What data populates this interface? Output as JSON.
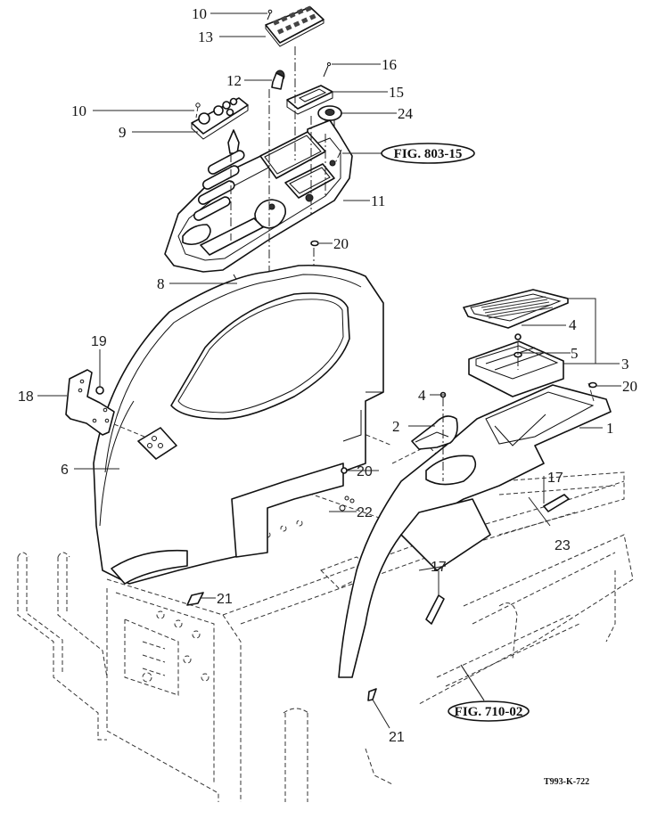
{
  "diagram": {
    "title": "Fender / Cabin Panel Exploded Parts View",
    "drawing_number": "T993-K-722",
    "figure_references": [
      {
        "id": "fig-803-15",
        "label": "FIG. 803-15"
      },
      {
        "id": "fig-710-02",
        "label": "FIG. 710-02"
      }
    ],
    "callouts": [
      {
        "id": "c10a",
        "label": "10"
      },
      {
        "id": "c13",
        "label": "13"
      },
      {
        "id": "c12",
        "label": "12"
      },
      {
        "id": "c16",
        "label": "16"
      },
      {
        "id": "c15",
        "label": "15"
      },
      {
        "id": "c10b",
        "label": "10"
      },
      {
        "id": "c24",
        "label": "24"
      },
      {
        "id": "c9",
        "label": "9"
      },
      {
        "id": "c11",
        "label": "11"
      },
      {
        "id": "c20a",
        "label": "20"
      },
      {
        "id": "c8",
        "label": "8"
      },
      {
        "id": "c4a",
        "label": "4"
      },
      {
        "id": "c5",
        "label": "5"
      },
      {
        "id": "c3",
        "label": "3"
      },
      {
        "id": "c19",
        "label": "19"
      },
      {
        "id": "c18",
        "label": "18"
      },
      {
        "id": "c4b",
        "label": "4"
      },
      {
        "id": "c20b",
        "label": "20"
      },
      {
        "id": "c2",
        "label": "2"
      },
      {
        "id": "c1",
        "label": "1"
      },
      {
        "id": "c6",
        "label": "6"
      },
      {
        "id": "c20c",
        "label": "20"
      },
      {
        "id": "c17a",
        "label": "17"
      },
      {
        "id": "c22",
        "label": "22"
      },
      {
        "id": "c23",
        "label": "23"
      },
      {
        "id": "c17b",
        "label": "17"
      },
      {
        "id": "c21a",
        "label": "21"
      },
      {
        "id": "c21b",
        "label": "21"
      }
    ]
  }
}
